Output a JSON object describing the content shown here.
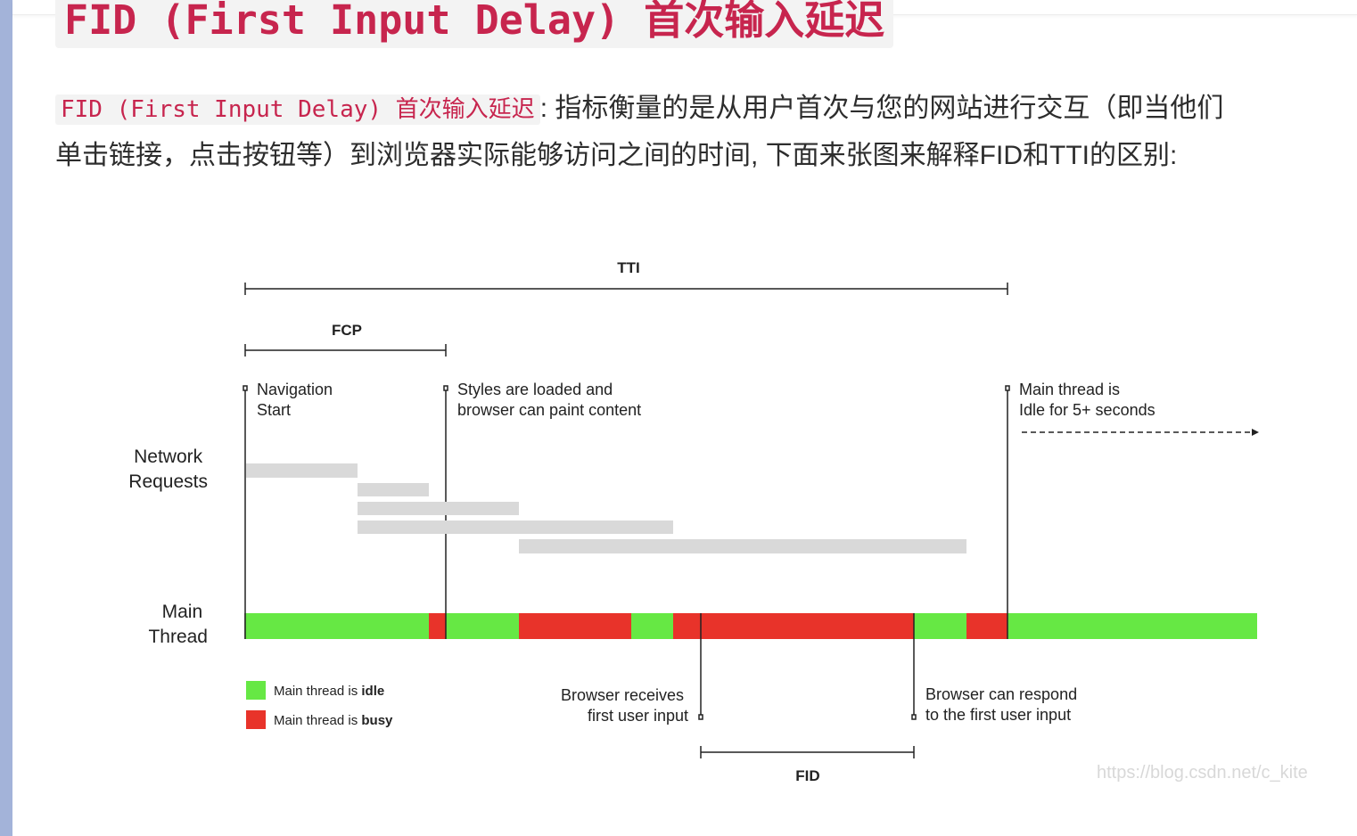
{
  "heading": "FID (First Input Delay) 首次输入延迟",
  "paragraph": {
    "code": "FID (First Input Delay) 首次输入延迟",
    "line1": ": 指标衡量的是从用户首次与您的网站进行交互（即当他们",
    "line2": "单击链接，点击按钮等）到浏览器实际能够访问之间的时间, 下面来张图来解释FID和TTI的区别:"
  },
  "diagram": {
    "tti_label": "TTI",
    "fcp_label": "FCP",
    "fid_label": "FID",
    "nav_start": [
      "Navigation",
      "Start"
    ],
    "styles_loaded": [
      "Styles are loaded and",
      "browser can paint content"
    ],
    "idle": [
      "Main thread is",
      "Idle for 5+ seconds"
    ],
    "network_label": [
      "Network",
      "Requests"
    ],
    "main_label": [
      "Main",
      "Thread"
    ],
    "browser_receives": [
      "Browser receives",
      "first user input"
    ],
    "browser_respond": [
      "Browser can respond",
      "to the first user input"
    ],
    "legend": {
      "idle_prefix": "Main thread is ",
      "idle_bold": "idle",
      "busy_prefix": "Main thread is ",
      "busy_bold": "busy"
    },
    "colors": {
      "idle": "#66e844",
      "busy": "#e8332a",
      "request": "#d9d9d9",
      "line": "#222222"
    }
  },
  "watermark": "https://blog.csdn.net/c_kite"
}
